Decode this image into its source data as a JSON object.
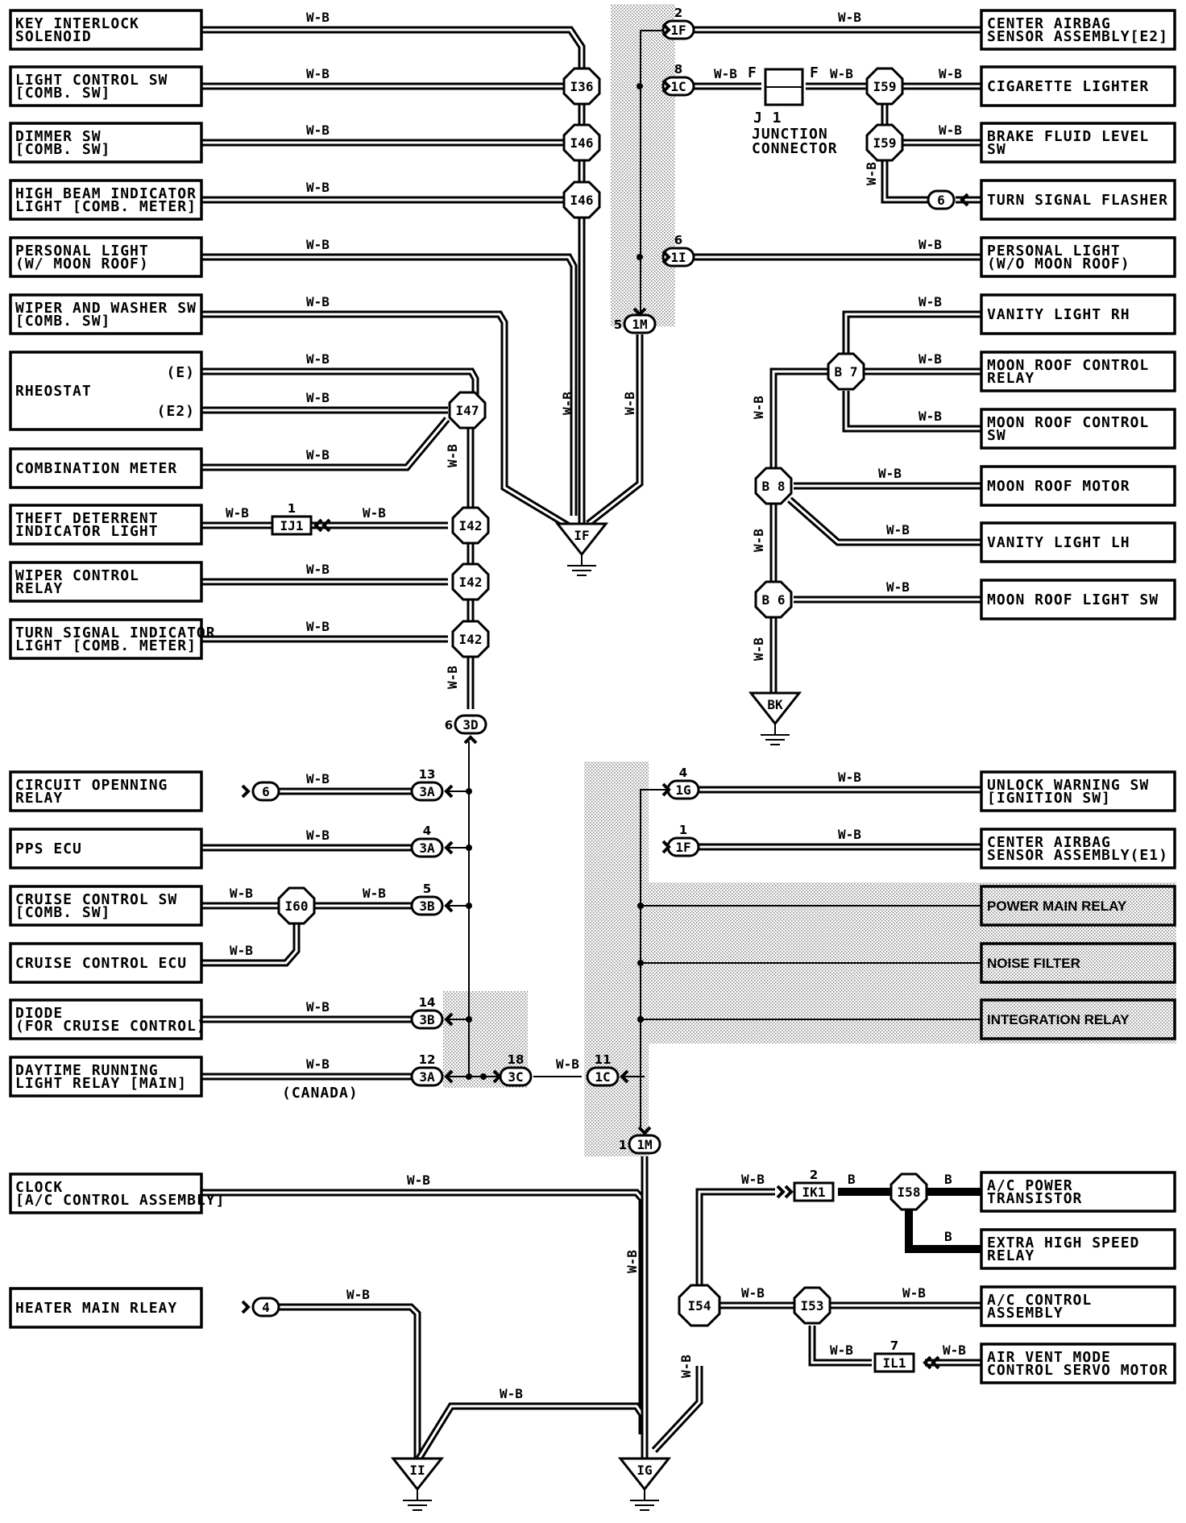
{
  "left_components": [
    {
      "label": "KEY INTERLOCK\nSOLENOID"
    },
    {
      "label": "LIGHT CONTROL SW\n[COMB. SW]"
    },
    {
      "label": "DIMMER SW\n[COMB. SW]"
    },
    {
      "label": "HIGH BEAM INDICATOR\nLIGHT [COMB. METER]"
    },
    {
      "label": "PERSONAL LIGHT\n(W/ MOON ROOF)"
    },
    {
      "label": "WIPER AND WASHER SW\n[COMB. SW]"
    },
    {
      "label": "RHEOSTAT"
    },
    {
      "label": "COMBINATION METER"
    },
    {
      "label": "THEFT DETERRENT\nINDICATOR LIGHT"
    },
    {
      "label": "WIPER CONTROL\nRELAY"
    },
    {
      "label": "TURN SIGNAL INDICATOR\nLIGHT [COMB. METER]"
    },
    {
      "label": "CIRCUIT OPENNING\nRELAY"
    },
    {
      "label": "PPS ECU"
    },
    {
      "label": "CRUISE CONTROL SW\n[COMB. SW]"
    },
    {
      "label": "CRUISE CONTROL ECU"
    },
    {
      "label": "DIODE\n(FOR CRUISE CONTROL)"
    },
    {
      "label": "DAYTIME RUNNING\nLIGHT RELAY [MAIN]"
    },
    {
      "label": "CLOCK\n[A/C CONTROL ASSEMBLY]"
    },
    {
      "label": "HEATER MAIN RLEAY"
    }
  ],
  "right_components": [
    {
      "label": "CENTER AIRBAG\nSENSOR ASSEMBLY[E2]"
    },
    {
      "label": "CIGARETTE LIGHTER"
    },
    {
      "label": "BRAKE FLUID LEVEL\nSW"
    },
    {
      "label": "TURN SIGNAL FLASHER"
    },
    {
      "label": "PERSONAL LIGHT\n(W/O MOON ROOF)"
    },
    {
      "label": "VANITY LIGHT RH"
    },
    {
      "label": "MOON ROOF CONTROL\nRELAY"
    },
    {
      "label": "MOON ROOF CONTROL\nSW"
    },
    {
      "label": "MOON ROOF MOTOR"
    },
    {
      "label": "VANITY LIGHT LH"
    },
    {
      "label": "MOON ROOF LIGHT SW"
    },
    {
      "label": "UNLOCK WARNING SW\n[IGNITION SW]"
    },
    {
      "label": "CENTER AIRBAG\nSENSOR ASSEMBLY(E1)"
    },
    {
      "label": "POWER MAIN RELAY"
    },
    {
      "label": "NOISE FILTER"
    },
    {
      "label": "INTEGRATION RELAY"
    },
    {
      "label": "A/C POWER\nTRANSISTOR"
    },
    {
      "label": "EXTRA HIGH SPEED\nRELAY"
    },
    {
      "label": "A/C CONTROL\nASSEMBLY"
    },
    {
      "label": "AIR VENT MODE\nCONTROL SERVO MOTOR"
    }
  ],
  "wire_color": "W-B",
  "heavy_wire_color": "B",
  "rheostat_pins": {
    "e": "(E)",
    "e2": "(E2)"
  },
  "junction_connector": {
    "id": "J 1",
    "label": "JUNCTION\nCONNECTOR",
    "pin": "F"
  },
  "canada_note": "(CANADA)",
  "splices": [
    "I36",
    "I46",
    "I46",
    "I47",
    "I42",
    "I42",
    "I42",
    "I60",
    "I59",
    "I59",
    "B 7",
    "B 8",
    "B 6",
    "I58",
    "I54",
    "I53"
  ],
  "connectors": [
    {
      "id": "1F",
      "pin": "2"
    },
    {
      "id": "1C",
      "pin": "8"
    },
    {
      "id": "6",
      "pin": ""
    },
    {
      "id": "1I",
      "pin": "6"
    },
    {
      "id": "1M",
      "pin": "5"
    },
    {
      "id": "IJ1",
      "pin": "1"
    },
    {
      "id": "3D",
      "pin": "6"
    },
    {
      "id": "6",
      "pin": ""
    },
    {
      "id": "3A",
      "pin": "13"
    },
    {
      "id": "3A",
      "pin": "4"
    },
    {
      "id": "3B",
      "pin": "5"
    },
    {
      "id": "3B",
      "pin": "14"
    },
    {
      "id": "3A",
      "pin": "12"
    },
    {
      "id": "3C",
      "pin": "18"
    },
    {
      "id": "1C",
      "pin": "11"
    },
    {
      "id": "1G",
      "pin": "4"
    },
    {
      "id": "1F",
      "pin": "1"
    },
    {
      "id": "1M",
      "pin": "1"
    },
    {
      "id": "IK1",
      "pin": "2"
    },
    {
      "id": "IL1",
      "pin": "7"
    },
    {
      "id": "4",
      "pin": ""
    }
  ],
  "grounds": [
    "IF",
    "BK",
    "II",
    "IG"
  ],
  "colors": {
    "ink": "#000000",
    "paper": "#ffffff",
    "shade": "#9a9a9a"
  }
}
